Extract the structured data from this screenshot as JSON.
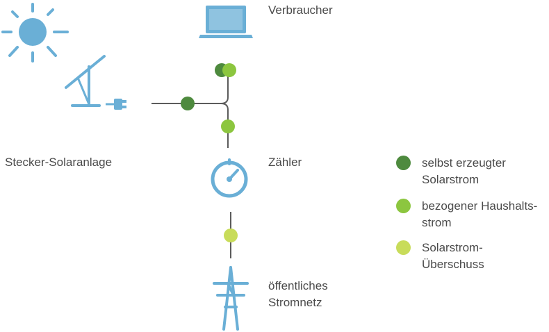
{
  "labels": {
    "consumer": "Verbraucher",
    "solar_plant": "Stecker-Solaranlage",
    "meter": "Zähler",
    "grid_line1": "öffentliches",
    "grid_line2": "Stromnetz"
  },
  "legend": [
    {
      "line1": "selbst erzeugter",
      "line2": "Solarstrom",
      "color": "#4e8a3e"
    },
    {
      "line1": "bezogener Haushalts-",
      "line2": "strom",
      "color": "#8cc63f"
    },
    {
      "line1": "Solarstrom-",
      "line2": "Überschuss",
      "color": "#c8dc5a"
    }
  ],
  "colors": {
    "icon": "#6aafd6",
    "line": "#5b5b5b",
    "self_generated": "#4e8a3e",
    "household": "#8cc63f",
    "surplus": "#c8dc5a"
  },
  "icons": [
    "sun-icon",
    "solar-panel-icon",
    "plug-icon",
    "laptop-icon",
    "meter-icon",
    "power-tower-icon"
  ]
}
